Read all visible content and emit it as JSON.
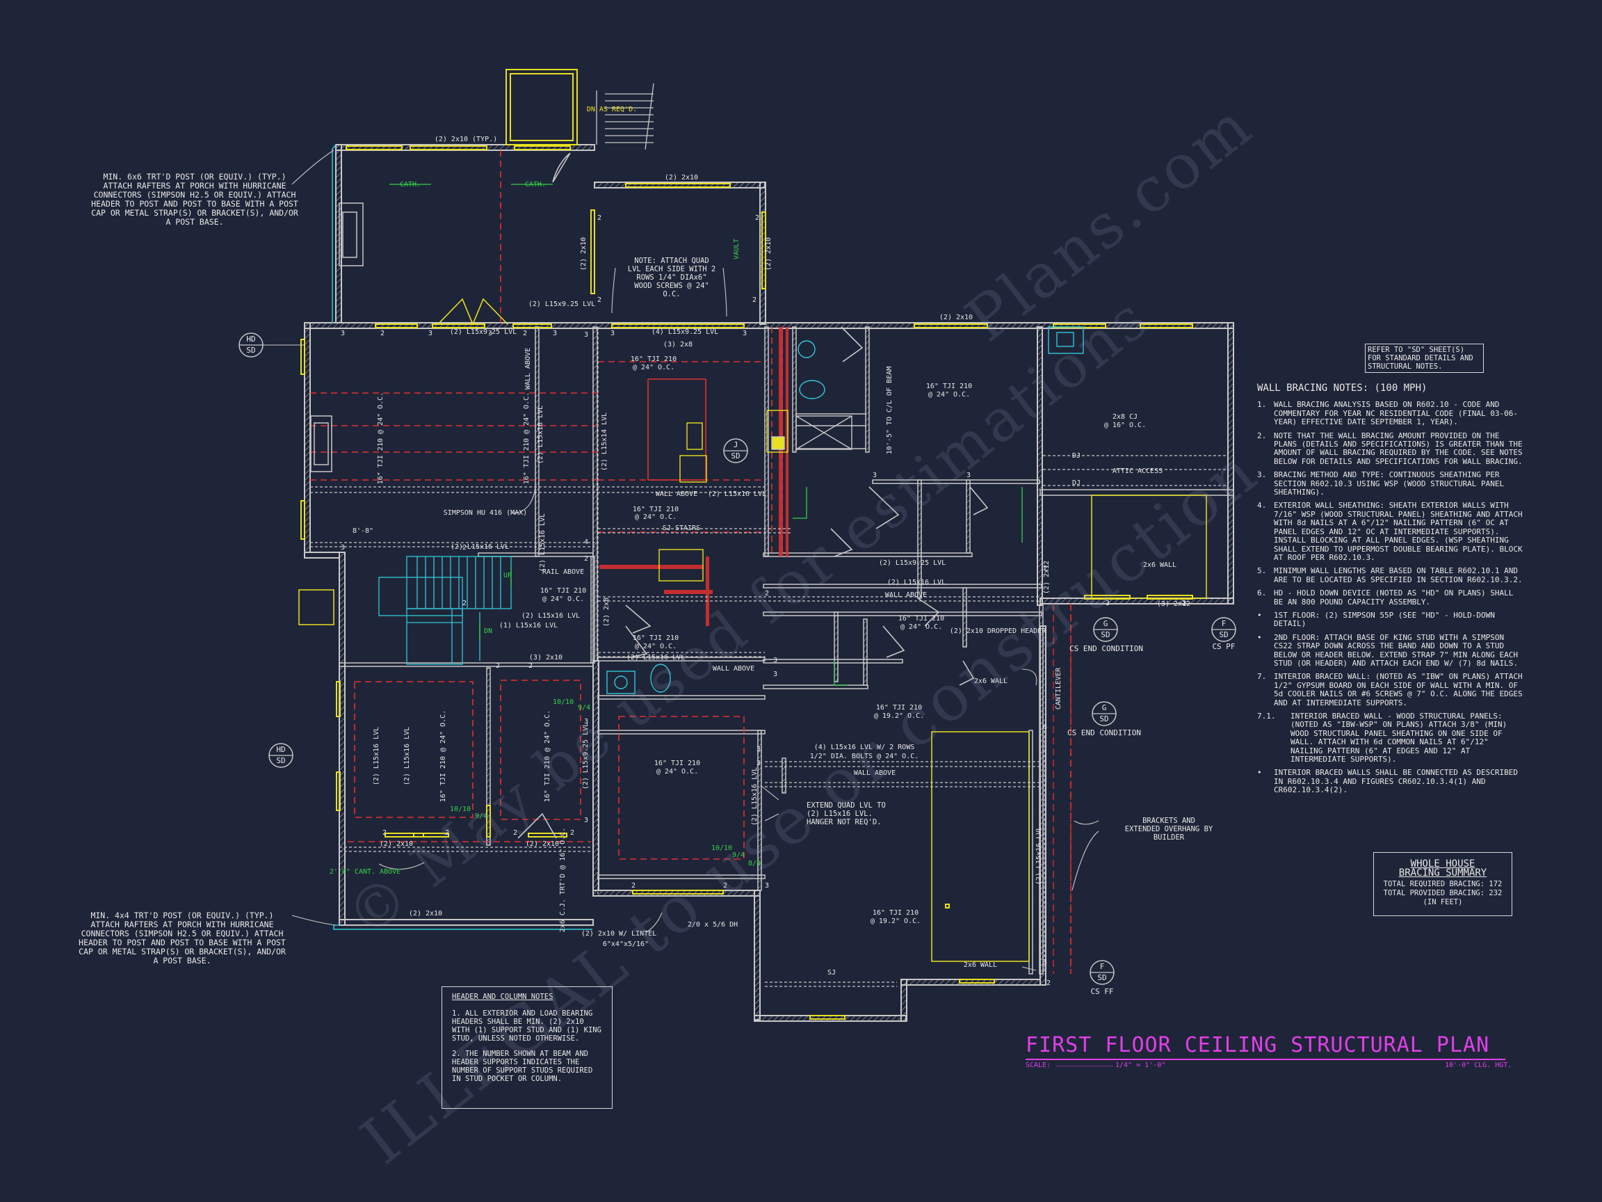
{
  "plan_title": "FIRST FLOOR CEILING STRUCTURAL PLAN",
  "scale_label": "SCALE:",
  "scale_value": "1/4\" = 1'-0\"",
  "ceiling_height": "10'-0\" CLG. HGT.",
  "watermark_lines": [
    "ILLEGAL to use or construction",
    "© May be used for estimations",
    "Plans.com"
  ],
  "callouts": {
    "porch_top": "MIN. 6x6 TRT'D POST (OR EQUIV.) (TYP.) ATTACH RAFTERS AT PORCH WITH HURRICANE CONNECTORS (SIMPSON H2.5 OR EQUIV.) ATTACH HEADER TO POST AND POST TO BASE WITH A POST CAP OR METAL STRAP(S) OR BRACKET(S), AND/OR A POST BASE.",
    "porch_bottom": "MIN. 4x4 TRT'D POST (OR EQUIV.) (TYP.) ATTACH RAFTERS AT PORCH WITH HURRICANE CONNECTORS (SIMPSON H2.5 OR EQUIV.) ATTACH HEADER TO POST AND POST TO BASE WITH A POST CAP OR METAL STRAP(S) OR BRACKET(S), AND/OR A POST BASE.",
    "quad_lvl": "NOTE: ATTACH QUAD LVL EACH SIDE WITH 2 ROWS 1/4\" DIAx6\" WOOD SCREWS @ 24\" O.C.",
    "brackets": "BRACKETS AND EXTENDED OVERHANG BY BUILDER",
    "extend_quad": "EXTEND QUAD LVL TO (2) L15x16 LVL. HANGER NOT REQ'D.",
    "cs_end_1": "CS END CONDITION",
    "cs_end_2": "CS END CONDITION",
    "cs_pf": "CS PF",
    "cs_ff": "CS FF",
    "refer_sd": "REFER TO \"SD\" SHEET(S) FOR STANDARD DETAILS AND STRUCTURAL NOTES."
  },
  "wall_bracing": {
    "heading": "WALL BRACING NOTES: (100 MPH)",
    "notes": [
      {
        "num": "1.",
        "text": "WALL BRACING ANALYSIS BASED ON R602.10 - CODE AND COMMENTARY FOR YEAR NC RESIDENTIAL CODE (FINAL 03-06-YEAR) EFFECTIVE DATE SEPTEMBER 1, YEAR)."
      },
      {
        "num": "2.",
        "text": "NOTE THAT THE WALL BRACING AMOUNT PROVIDED ON THE PLANS (DETAILS AND SPECIFICATIONS) IS GREATER THAN THE AMOUNT OF WALL BRACING REQUIRED BY THE CODE. SEE NOTES BELOW FOR DETAILS AND SPECIFICATIONS FOR WALL BRACING."
      },
      {
        "num": "3.",
        "text": "BRACING METHOD AND TYPE: CONTINUOUS SHEATHING PER SECTION R602.10.3 USING WSP (WOOD STRUCTURAL PANEL SHEATHING)."
      },
      {
        "num": "4.",
        "text": "EXTERIOR WALL SHEATHING: SHEATH EXTERIOR WALLS WITH 7/16\" WSP (WOOD STRUCTURAL PANEL) SHEATHING AND ATTACH WITH 8d NAILS AT A 6\"/12\" NAILING PATTERN (6\" OC AT PANEL EDGES AND 12\" OC AT INTERMEDIATE SUPPORTS). INSTALL BLOCKING AT ALL PANEL EDGES. (WSP SHEATHING SHALL EXTEND TO UPPERMOST DOUBLE BEARING PLATE). BLOCK AT ROOF PER R602.10.3."
      },
      {
        "num": "5.",
        "text": "MINIMUM WALL LENGTHS ARE BASED ON TABLE R602.10.1 AND ARE TO BE LOCATED AS SPECIFIED IN SECTION R602.10.3.2."
      },
      {
        "num": "6.",
        "text": "HD - HOLD DOWN DEVICE (NOTED AS \"HD\" ON PLANS) SHALL BE AN 800 POUND CAPACITY ASSEMBLY."
      },
      {
        "num": "•",
        "text": "1ST FLOOR: (2) SIMPSON 55P (SEE \"HD\" - HOLD-DOWN DETAIL)"
      },
      {
        "num": "•",
        "text": "2ND FLOOR: ATTACH BASE OF KING STUD WITH A SIMPSON CS22 STRAP DOWN ACROSS THE BAND AND DOWN TO A STUD BELOW OR HEADER BELOW. EXTEND STRAP 7\" MIN ALONG EACH STUD (OR HEADER) AND ATTACH EACH END W/ (7) 8d NAILS."
      },
      {
        "num": "7.",
        "text": "INTERIOR BRACED WALL: (NOTED AS \"IBW\" ON PLANS) ATTACH 1/2\" GYPSUM BOARD ON EACH SIDE OF WALL WITH A MIN. OF 5d COOLER NAILS OR #6 SCREWS @ 7\" O.C. ALONG THE EDGES AND AT INTERMEDIATE SUPPORTS."
      },
      {
        "num": "7.1.",
        "text": "INTERIOR BRACED WALL - WOOD STRUCTURAL PANELS: (NOTED AS \"IBW-WSP\" ON PLANS) ATTACH 3/8\" (MIN) WOOD STRUCTURAL PANEL SHEATHING ON ONE SIDE OF WALL. ATTACH WITH 6d COMMON NAILS AT 6\"/12\" NAILING PATTERN (6\" AT EDGES AND 12\" AT INTERMEDIATE SUPPORTS)."
      },
      {
        "num": "•",
        "text": "INTERIOR BRACED WALLS SHALL BE CONNECTED AS DESCRIBED IN R602.10.3.4 AND FIGURES CR602.10.3.4(1) AND CR602.10.3.4(2)."
      }
    ]
  },
  "bracing_summary": {
    "heading_1": "WHOLE HOUSE",
    "heading_2": "BRACING SUMMARY",
    "required": "TOTAL REQUIRED BRACING: 172",
    "provided": "TOTAL PROVIDED BRACING: 232",
    "unit": "(IN FEET)"
  },
  "header_notes": {
    "heading": "HEADER AND COLUMN NOTES",
    "note_1": "1. ALL EXTERIOR AND LOAD BEARING HEADERS SHALL BE MIN. (2) 2x10 WITH (1) SUPPORT STUD AND (1) KING STUD, UNLESS NOTED OTHERWISE.",
    "note_2": "2. THE NUMBER SHOWN AT BEAM AND HEADER SUPPORTS INDICATES THE NUMBER OF SUPPORT STUDS REQUIRED IN STUD POCKET OR COLUMN."
  },
  "tags": {
    "hd_top": [
      "HD",
      "SD"
    ],
    "hd_bottom": [
      "HD",
      "SD"
    ],
    "j_sd": [
      "J",
      "SD"
    ],
    "g_sd_1": [
      "G",
      "SD"
    ],
    "g_sd_2": [
      "G",
      "SD"
    ],
    "f_sd_1": [
      "F",
      "SD"
    ],
    "f_sd_2": [
      "F",
      "SD"
    ]
  },
  "plan_labels": [
    {
      "id": "p1",
      "t": "(2) 2x10 (TYP.)"
    },
    {
      "id": "p2",
      "t": "CATH."
    },
    {
      "id": "p3",
      "t": "CATH."
    },
    {
      "id": "p4",
      "t": "(2) 2x10"
    },
    {
      "id": "p5",
      "t": "DN AS REQ'D."
    },
    {
      "id": "p6",
      "t": "(2) L15x9.25 LVL"
    },
    {
      "id": "p7",
      "t": "(2) L15x9.25 LVL"
    },
    {
      "id": "p8",
      "t": "(4) L15x9.25 LVL"
    },
    {
      "id": "p9",
      "t": "(3) 2x8"
    },
    {
      "id": "p10",
      "t": "(2) 2x10"
    },
    {
      "id": "p11",
      "t": "16\" TJI 210"
    },
    {
      "id": "p12",
      "t": "@ 24\" O.C."
    },
    {
      "id": "p13",
      "t": "16\" TJI 210"
    },
    {
      "id": "p14",
      "t": "@ 24\" O.C."
    },
    {
      "id": "p15",
      "t": "2x8 CJ"
    },
    {
      "id": "p16",
      "t": "@ 16\" O.C."
    },
    {
      "id": "p17",
      "t": "DJ"
    },
    {
      "id": "p18",
      "t": "DJ"
    },
    {
      "id": "p19",
      "t": "ATTIC ACCESS"
    },
    {
      "id": "p20",
      "t": "WALL ABOVE"
    },
    {
      "id": "p21",
      "t": "(2) L15x16 LVL"
    },
    {
      "id": "p22",
      "t": "16\" TJI 210"
    },
    {
      "id": "p23",
      "t": "@ 24\" O.C."
    },
    {
      "id": "p24",
      "t": "SJ STAIRS"
    },
    {
      "id": "p25",
      "t": "SIMPSON HU 416 (MAX)"
    },
    {
      "id": "p26",
      "t": "(2) L15x16 LVL"
    },
    {
      "id": "p27",
      "t": "8'-8\""
    },
    {
      "id": "p28",
      "t": "RAIL ABOVE"
    },
    {
      "id": "p29",
      "t": "16\" TJI 210"
    },
    {
      "id": "p30",
      "t": "@ 24\" O.C."
    },
    {
      "id": "p31",
      "t": "(2) L15x16 LVL"
    },
    {
      "id": "p32",
      "t": "(1) L15x16 LVL"
    },
    {
      "id": "p33",
      "t": "(3) 2x10"
    },
    {
      "id": "p34",
      "t": "16\" TJI 210"
    },
    {
      "id": "p35",
      "t": "@ 24\" O.C."
    },
    {
      "id": "p36",
      "t": "(2) L15x16 LVL"
    },
    {
      "id": "p37",
      "t": "WALL ABOVE"
    },
    {
      "id": "p38",
      "t": "(2) L15x9.25 LVL"
    },
    {
      "id": "p39",
      "t": "(2) L15x16 LVL"
    },
    {
      "id": "p40",
      "t": "WALL ABOVE"
    },
    {
      "id": "p41",
      "t": "16\" TJI 210"
    },
    {
      "id": "p42",
      "t": "@ 24\" O.C."
    },
    {
      "id": "p43",
      "t": "(2) 2x10 DROPPED HEADER"
    },
    {
      "id": "p44",
      "t": "(3) 2x12"
    },
    {
      "id": "p45",
      "t": "2x6 WALL"
    },
    {
      "id": "p46",
      "t": "2x6 WALL"
    },
    {
      "id": "p47",
      "t": "CANTILEVER"
    },
    {
      "id": "p48",
      "t": "16\" TJI 210"
    },
    {
      "id": "p49",
      "t": "@ 19.2\" O.C."
    },
    {
      "id": "p50",
      "t": "(4) L15x16 LVL W/ 2 ROWS"
    },
    {
      "id": "p51",
      "t": "1/2\" DIA. BOLTS @ 24\" O.C."
    },
    {
      "id": "p52",
      "t": "WALL ABOVE"
    },
    {
      "id": "p53",
      "t": "16\" TJI 210"
    },
    {
      "id": "p54",
      "t": "@ 24\" O.C."
    },
    {
      "id": "p55",
      "t": "16\" TJI 210"
    },
    {
      "id": "p56",
      "t": "@ 19.2\" O.C."
    },
    {
      "id": "p57",
      "t": "2x6 WALL"
    },
    {
      "id": "p58",
      "t": "SJ"
    },
    {
      "id": "p59",
      "t": "(2) 2x10 W/ LINTEL"
    },
    {
      "id": "p60",
      "t": "6\"x4\"x5/16\""
    },
    {
      "id": "p61",
      "t": "2/0 x 5/6 DH"
    },
    {
      "id": "p62",
      "t": "(2) 2x10"
    },
    {
      "id": "p63",
      "t": "(2) 2x10"
    },
    {
      "id": "p64",
      "t": "(2) 2x10"
    },
    {
      "id": "p65",
      "t": "2'-0\" CANT. ABOVE"
    },
    {
      "id": "p66",
      "t": "10'-5\" TO C/L OF BEAM"
    },
    {
      "id": "p67",
      "t": "VAULT"
    },
    {
      "id": "p68",
      "t": "10/10"
    },
    {
      "id": "p69",
      "t": "9/4"
    },
    {
      "id": "p70",
      "t": "10/10"
    },
    {
      "id": "p71",
      "t": "9/4"
    },
    {
      "id": "p72",
      "t": "10/10"
    },
    {
      "id": "p73",
      "t": "9/4"
    },
    {
      "id": "p74",
      "t": "8/8"
    },
    {
      "id": "p75",
      "t": "UP"
    },
    {
      "id": "p76",
      "t": "DN"
    },
    {
      "id": "p77",
      "t": "(2) L15x16 LVL"
    },
    {
      "id": "p78",
      "t": "16\" TJI 210 @ 24\" O.C."
    },
    {
      "id": "p79",
      "t": "(2) L15x16 LVL"
    },
    {
      "id": "p80",
      "t": "16\" TJI 210 @ 24\" O.C."
    },
    {
      "id": "p81",
      "t": "(2) L15x14 LVL"
    },
    {
      "id": "p82",
      "t": "(2) L15x16 LVL"
    },
    {
      "id": "p83",
      "t": "(2) L15x16 LVL"
    },
    {
      "id": "p84",
      "t": "16\" TJI 210 @ 24\" O.C."
    },
    {
      "id": "p85",
      "t": "(2) L15x9.25 LVL"
    },
    {
      "id": "p86",
      "t": "16\" TJI 210 @ 24\" O.C."
    },
    {
      "id": "p87",
      "t": "(2) 2x10"
    },
    {
      "id": "p88",
      "t": "(2) 2x10"
    },
    {
      "id": "p89",
      "t": "(2) L15x16 LVL"
    },
    {
      "id": "p90",
      "t": "(2) L15x16 LVL"
    },
    {
      "id": "p91",
      "t": "(2) 2x12"
    },
    {
      "id": "p92",
      "t": "(2) 2x8"
    },
    {
      "id": "p93",
      "t": "2x6 C.J. TRT'D @ 16\" O.C."
    },
    {
      "id": "p94",
      "t": "WALL ABOVE"
    }
  ],
  "colors": {
    "background": "#1f2538",
    "wall": "#c8c8c8",
    "joist_red": "#e03030",
    "window_yellow": "#e8e020",
    "stair_cyan": "#30c8d8",
    "green_note": "#35d04a",
    "title_magenta": "#e040e8"
  }
}
